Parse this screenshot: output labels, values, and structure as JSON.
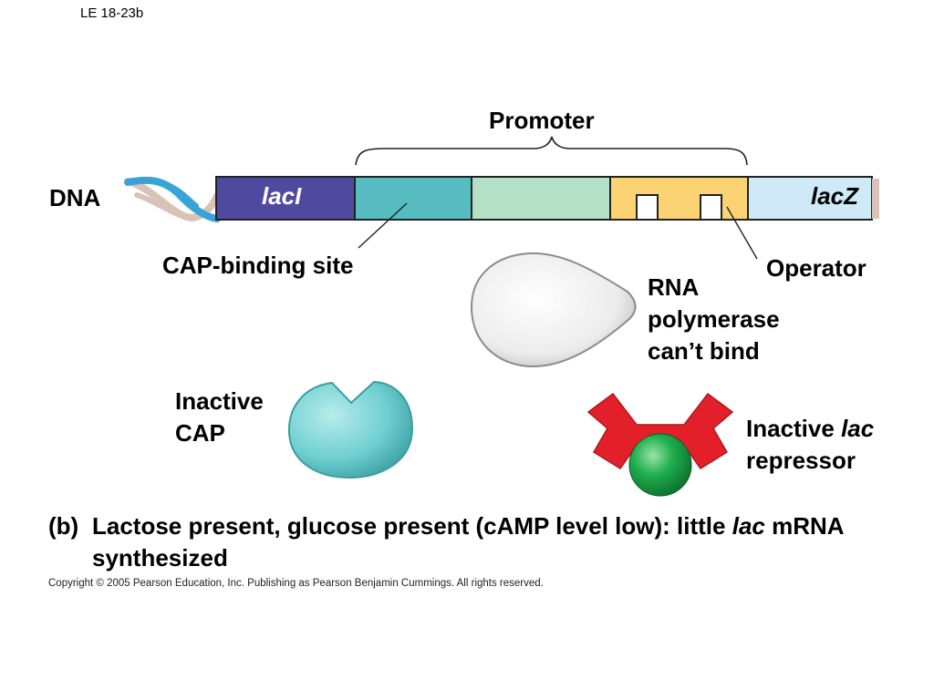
{
  "slide_label": "LE 18-23b",
  "labels": {
    "promoter": "Promoter",
    "dna": "DNA",
    "cap_binding_site": "CAP-binding site",
    "operator": "Operator",
    "rnap_line1": "RNA",
    "rnap_line2": "polymerase",
    "rnap_line3": "can’t bind",
    "cap_line1": "Inactive",
    "cap_line2": "CAP",
    "repressor_line1_prefix": "Inactive ",
    "repressor_line1_italic": "lac",
    "repressor_line2": "repressor"
  },
  "genes": {
    "laci": "lacI",
    "lacz": "lacZ"
  },
  "caption": {
    "tag": "(b)",
    "text_part1": "Lactose present, glucose present (cAMP level low): little ",
    "text_italic": "lac",
    "text_part2": " mRNA synthesized"
  },
  "copyright": "Copyright © 2005 Pearson Education, Inc. Publishing as Pearson Benjamin Cummings. All rights reserved.",
  "colors": {
    "laci_segment": "#5049a0",
    "cap_site_segment": "#56bcbf",
    "promoter_segment": "#b3e0c6",
    "operator_segment": "#fcd372",
    "lacz_segment": "#cdeaf6",
    "dna_helix_blue": "#3aa3d6",
    "dna_helix_tan": "#d9c2b6",
    "rna_polymerase": "#eaeaea",
    "cap_protein": "#73d0d2",
    "repressor": "#e3202a",
    "repressor_ball": "#1aa24a"
  },
  "icons": {
    "dna_helix": "dna-helix-icon",
    "rna_polymerase": "rna-polymerase-shape",
    "cap": "cap-protein-shape",
    "repressor": "lac-repressor-shape"
  }
}
